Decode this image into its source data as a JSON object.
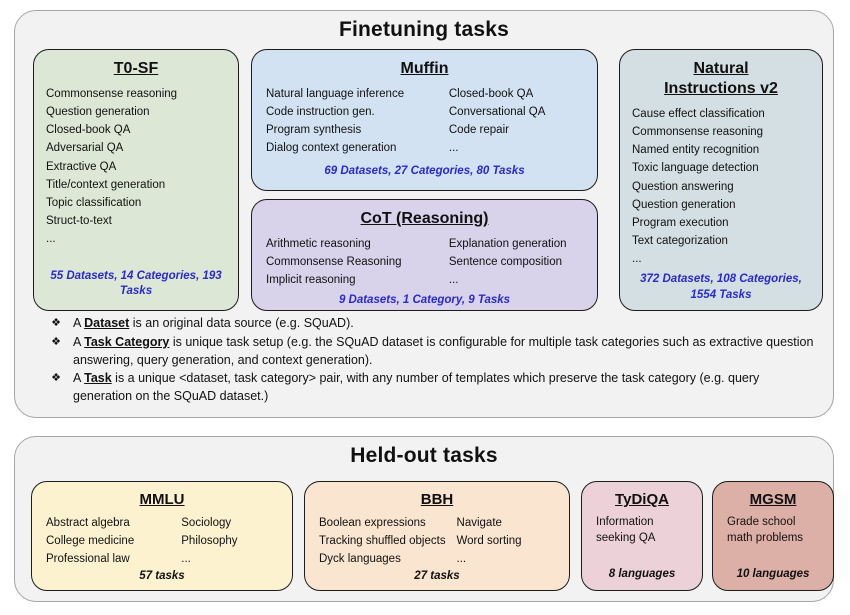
{
  "palette": {
    "outer-bg": "#f2f2f2",
    "stats-blue": "#2a2acc",
    "t0sf-bg": "#dce8d5",
    "muffin-bg": "#d2e2f2",
    "cot-bg": "#d8d2ea",
    "niv2-bg": "#d3dfe2",
    "mmlu-bg": "#fdf2cf",
    "bbh-bg": "#fae5d0",
    "tydiqa-bg": "#ecd2d8",
    "mgsm-bg": "#dcafa7"
  },
  "notes_bullet": "❖",
  "finetuning": {
    "title": "Finetuning tasks",
    "t0sf": {
      "title": "T0-SF",
      "items": [
        "Commonsense reasoning",
        "Question generation",
        "Closed-book QA",
        "Adversarial QA",
        "Extractive QA",
        "Title/context generation",
        "Topic classification",
        "Struct-to-text",
        "..."
      ],
      "stats": "55 Datasets, 14 Categories, 193 Tasks"
    },
    "muffin": {
      "title": "Muffin",
      "col1": [
        "Natural language inference",
        "Code instruction gen.",
        "Program synthesis",
        "Dialog context generation"
      ],
      "col2": [
        "Closed-book QA",
        "Conversational QA",
        "Code repair",
        "..."
      ],
      "stats": "69 Datasets, 27 Categories, 80 Tasks"
    },
    "cot": {
      "title": "CoT (Reasoning)",
      "col1": [
        "Arithmetic reasoning",
        "Commonsense Reasoning",
        "Implicit reasoning"
      ],
      "col2": [
        "Explanation generation",
        "Sentence composition",
        "..."
      ],
      "stats": "9 Datasets, 1 Category, 9 Tasks"
    },
    "niv2": {
      "title": "Natural Instructions v2",
      "items": [
        "Cause effect classification",
        "Commonsense reasoning",
        "Named entity recognition",
        "Toxic language detection",
        "Question answering",
        "Question generation",
        "Program execution",
        "Text categorization",
        "..."
      ],
      "stats": "372 Datasets, 108 Categories, 1554 Tasks"
    },
    "notes": [
      {
        "pre": "A ",
        "term": "Dataset",
        "rest": " is an original data source (e.g. SQuAD)."
      },
      {
        "pre": "A ",
        "term": "Task Category",
        "rest": " is unique task setup (e.g. the SQuAD dataset is configurable for multiple task categories such as extractive question answering, query generation, and context generation)."
      },
      {
        "pre": "A ",
        "term": "Task",
        "rest": " is a unique <dataset, task category> pair, with any number of templates which preserve the task category (e.g. query generation on the SQuAD dataset.)"
      }
    ]
  },
  "heldout": {
    "title": "Held-out tasks",
    "mmlu": {
      "title": "MMLU",
      "col1": [
        "Abstract algebra",
        "College medicine",
        "Professional law"
      ],
      "col2": [
        "Sociology",
        "Philosophy",
        "..."
      ],
      "stats": "57 tasks"
    },
    "bbh": {
      "title": "BBH",
      "col1": [
        "Boolean expressions",
        "Tracking shuffled objects",
        "Dyck languages"
      ],
      "col2": [
        "Navigate",
        "Word sorting",
        "..."
      ],
      "stats": "27 tasks"
    },
    "tydiqa": {
      "title": "TyDiQA",
      "body": "Information seeking QA",
      "stats": "8 languages"
    },
    "mgsm": {
      "title": "MGSM",
      "body": "Grade school math problems",
      "stats": "10 languages"
    }
  }
}
